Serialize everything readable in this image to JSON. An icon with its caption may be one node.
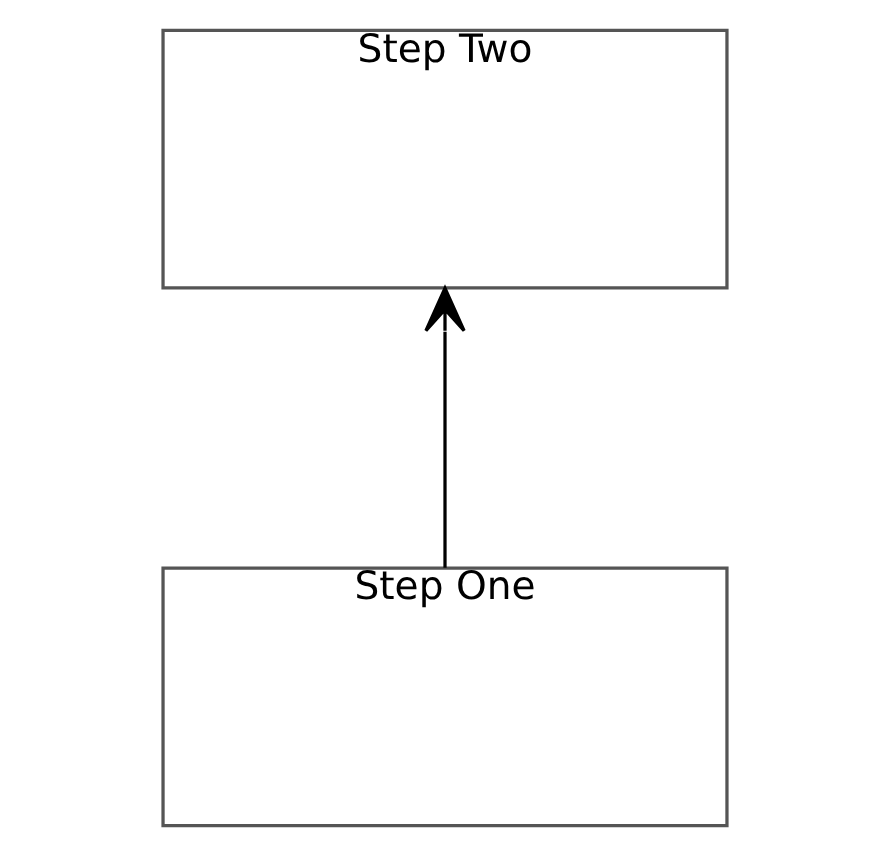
{
  "diagram": {
    "nodes": [
      {
        "text": [
          "Step Two"
        ]
      },
      {
        "text": [
          "Step One"
        ]
      }
    ],
    "edges": [
      {
        "from": 1,
        "to": 0,
        "arrow": "to"
      }
    ]
  }
}
